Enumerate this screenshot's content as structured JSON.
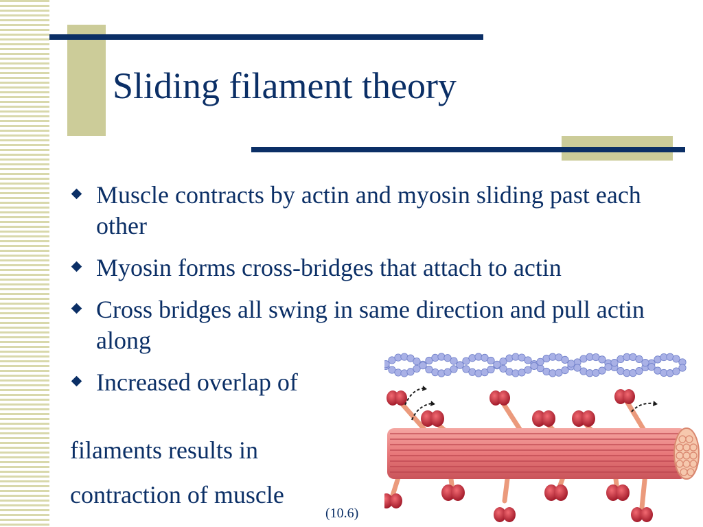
{
  "slide": {
    "title": "Sliding filament theory",
    "bullets": [
      "Muscle contracts by actin and myosin sliding past each other",
      "Myosin forms cross-bridges that attach to actin",
      "Cross bridges all swing in same direction and pull actin along",
      "Increased overlap of"
    ],
    "continuation_lines": [
      "filaments results in",
      "contraction of muscle"
    ],
    "figure_reference": "(10.6)"
  },
  "colors": {
    "text": "#0b2f66",
    "rule": "#0b2f66",
    "accent_block": "#cccc99",
    "side_stripes": "#d8d8ab",
    "actin_beads": "#a9b1e6",
    "myosin_heads": "#c01f34",
    "thick_filament": "#e8787a"
  },
  "icons": [
    "bullet-diamond-icon"
  ]
}
